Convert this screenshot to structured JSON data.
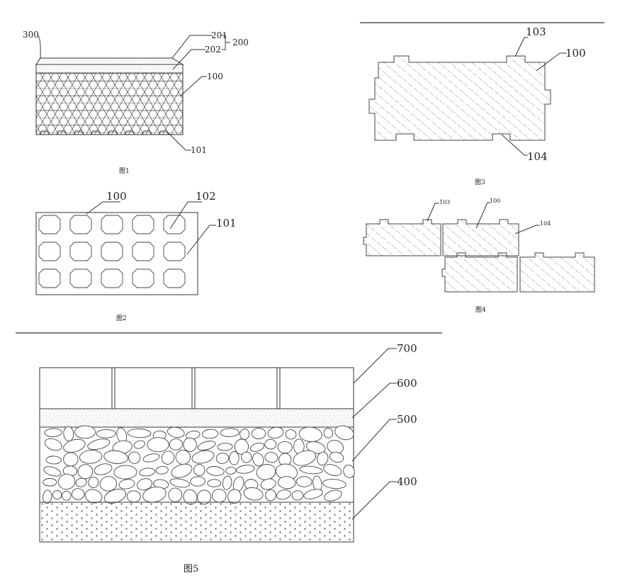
{
  "figures": {
    "fig1": {
      "caption": "图1",
      "labels": {
        "l300": "300",
        "l201": "201",
        "l202": "202",
        "l200": "200",
        "l100": "100",
        "l101": "101"
      }
    },
    "fig2": {
      "caption": "图2",
      "labels": {
        "l100": "100",
        "l102": "102",
        "l101": "101"
      }
    },
    "fig3": {
      "caption": "图3",
      "labels": {
        "l103": "103",
        "l100": "100",
        "l104": "104"
      }
    },
    "fig4": {
      "caption": "图4",
      "labels": {
        "l103": "103",
        "l100": "100",
        "l104": "104"
      }
    },
    "fig5": {
      "caption": "图5",
      "labels": {
        "l700": "700",
        "l600": "600",
        "l500": "500",
        "l400": "400"
      }
    }
  }
}
